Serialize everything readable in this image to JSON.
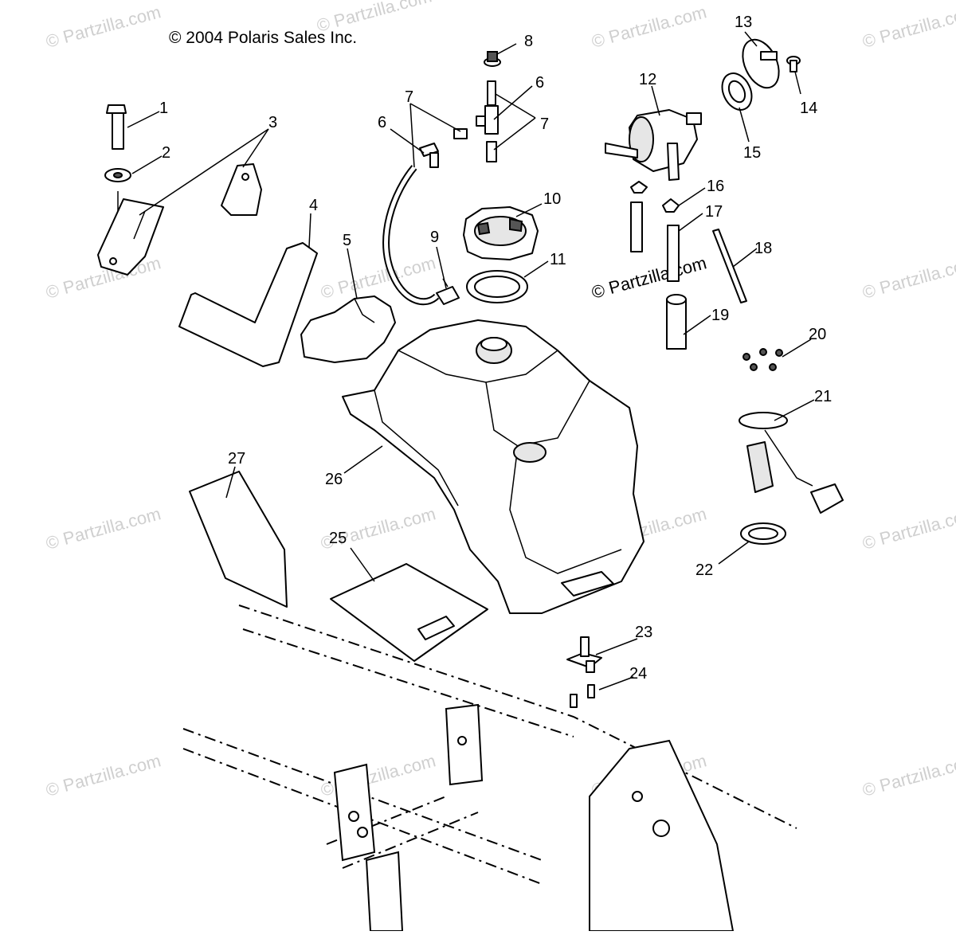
{
  "copyright": "© 2004 Polaris Sales Inc.",
  "watermark_text": "© Partzilla.com",
  "callouts": [
    {
      "num": "1"
    },
    {
      "num": "2"
    },
    {
      "num": "3"
    },
    {
      "num": "4"
    },
    {
      "num": "5"
    },
    {
      "num": "6"
    },
    {
      "num": "6"
    },
    {
      "num": "7"
    },
    {
      "num": "7"
    },
    {
      "num": "8"
    },
    {
      "num": "9"
    },
    {
      "num": "10"
    },
    {
      "num": "11"
    },
    {
      "num": "12"
    },
    {
      "num": "13"
    },
    {
      "num": "14"
    },
    {
      "num": "15"
    },
    {
      "num": "16"
    },
    {
      "num": "17"
    },
    {
      "num": "18"
    },
    {
      "num": "19"
    },
    {
      "num": "20"
    },
    {
      "num": "21"
    },
    {
      "num": "22"
    },
    {
      "num": "23"
    },
    {
      "num": "24"
    },
    {
      "num": "25"
    },
    {
      "num": "26"
    },
    {
      "num": "27"
    }
  ],
  "colors": {
    "line": "#000000",
    "background": "#ffffff",
    "watermark": "#cfcfcf"
  }
}
